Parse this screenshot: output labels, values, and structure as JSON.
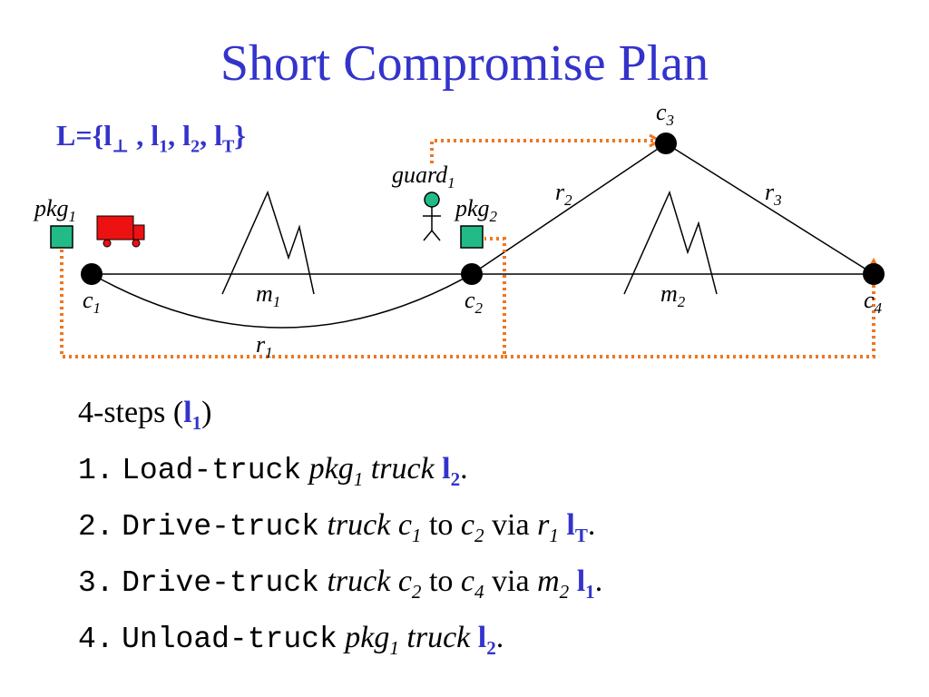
{
  "title": "Short Compromise Plan",
  "lset": {
    "prefix": "L={l",
    "s_bottom": "⊥",
    "mid1": " , l",
    "s_1": "1",
    "mid2": ", l",
    "s_2": "2",
    "mid3": ", l",
    "s_T": "T",
    "suffix": "}"
  },
  "nodes": {
    "c1": {
      "base": "c",
      "sub": "1"
    },
    "c2": {
      "base": "c",
      "sub": "2"
    },
    "c3": {
      "base": "c",
      "sub": "3"
    },
    "c4": {
      "base": "c",
      "sub": "4"
    }
  },
  "edges": {
    "m1": {
      "base": "m",
      "sub": "1"
    },
    "m2": {
      "base": "m",
      "sub": "2"
    },
    "r1": {
      "base": "r",
      "sub": "1"
    },
    "r2": {
      "base": "r",
      "sub": "2"
    },
    "r3": {
      "base": "r",
      "sub": "3"
    }
  },
  "objects": {
    "pkg1": {
      "base": "pkg",
      "sub": "1"
    },
    "pkg2": {
      "base": "pkg",
      "sub": "2"
    },
    "guard1": {
      "base": "guard",
      "sub": "1"
    }
  },
  "colors": {
    "title": "#3333cc",
    "route": "#ee7722",
    "package": "#22bb88",
    "truck": "#ee1111",
    "guard": "#22bb88"
  },
  "steps": {
    "header": {
      "text": "4-steps (",
      "level": "l",
      "level_sub": "1",
      "close": ")"
    },
    "items": [
      {
        "num": "1.",
        "action": "Load-truck",
        "a1": "pkg",
        "a1_sub": "1",
        "a2": "truck",
        "level": "l",
        "level_sub": "2",
        "end": "."
      },
      {
        "num": "2.",
        "action": "Drive-truck",
        "a1": "truck",
        "from": "c",
        "from_sub": "1",
        "to": "to",
        "dest": "c",
        "dest_sub": "2",
        "via": "via",
        "road": "r",
        "road_sub": "1",
        "level": "l",
        "level_sub": "T",
        "end": "."
      },
      {
        "num": "3.",
        "action": "Drive-truck",
        "a1": "truck",
        "from": "c",
        "from_sub": "2",
        "to": "to",
        "dest": "c",
        "dest_sub": "4",
        "via": "via",
        "road": "m",
        "road_sub": "2",
        "level": "l",
        "level_sub": "1",
        "end": "."
      },
      {
        "num": "4.",
        "action": "Unload-truck",
        "a1": "pkg",
        "a1_sub": "1",
        "a2": "truck",
        "level": "l",
        "level_sub": "2",
        "end": "."
      }
    ]
  }
}
